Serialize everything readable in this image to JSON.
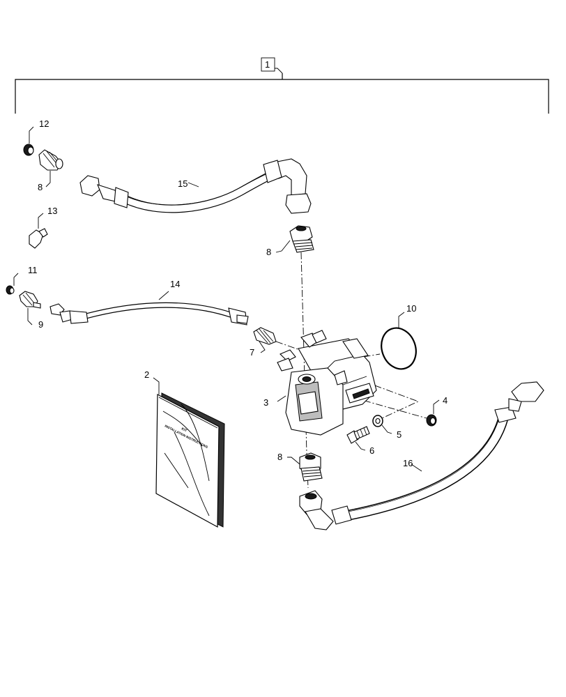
{
  "callouts": {
    "c1": "1",
    "c2": "2",
    "c3": "3",
    "c4": "4",
    "c5": "5",
    "c6": "6",
    "c7": "7",
    "c8a": "8",
    "c8b": "8",
    "c8c": "8",
    "c9": "9",
    "c10": "10",
    "c11": "11",
    "c12": "12",
    "c13": "13",
    "c14": "14",
    "c15": "15",
    "c16": "16"
  },
  "manual_cover": {
    "line1": "KIT",
    "line2": "INSTALLATION INSTRUCTIONS"
  }
}
